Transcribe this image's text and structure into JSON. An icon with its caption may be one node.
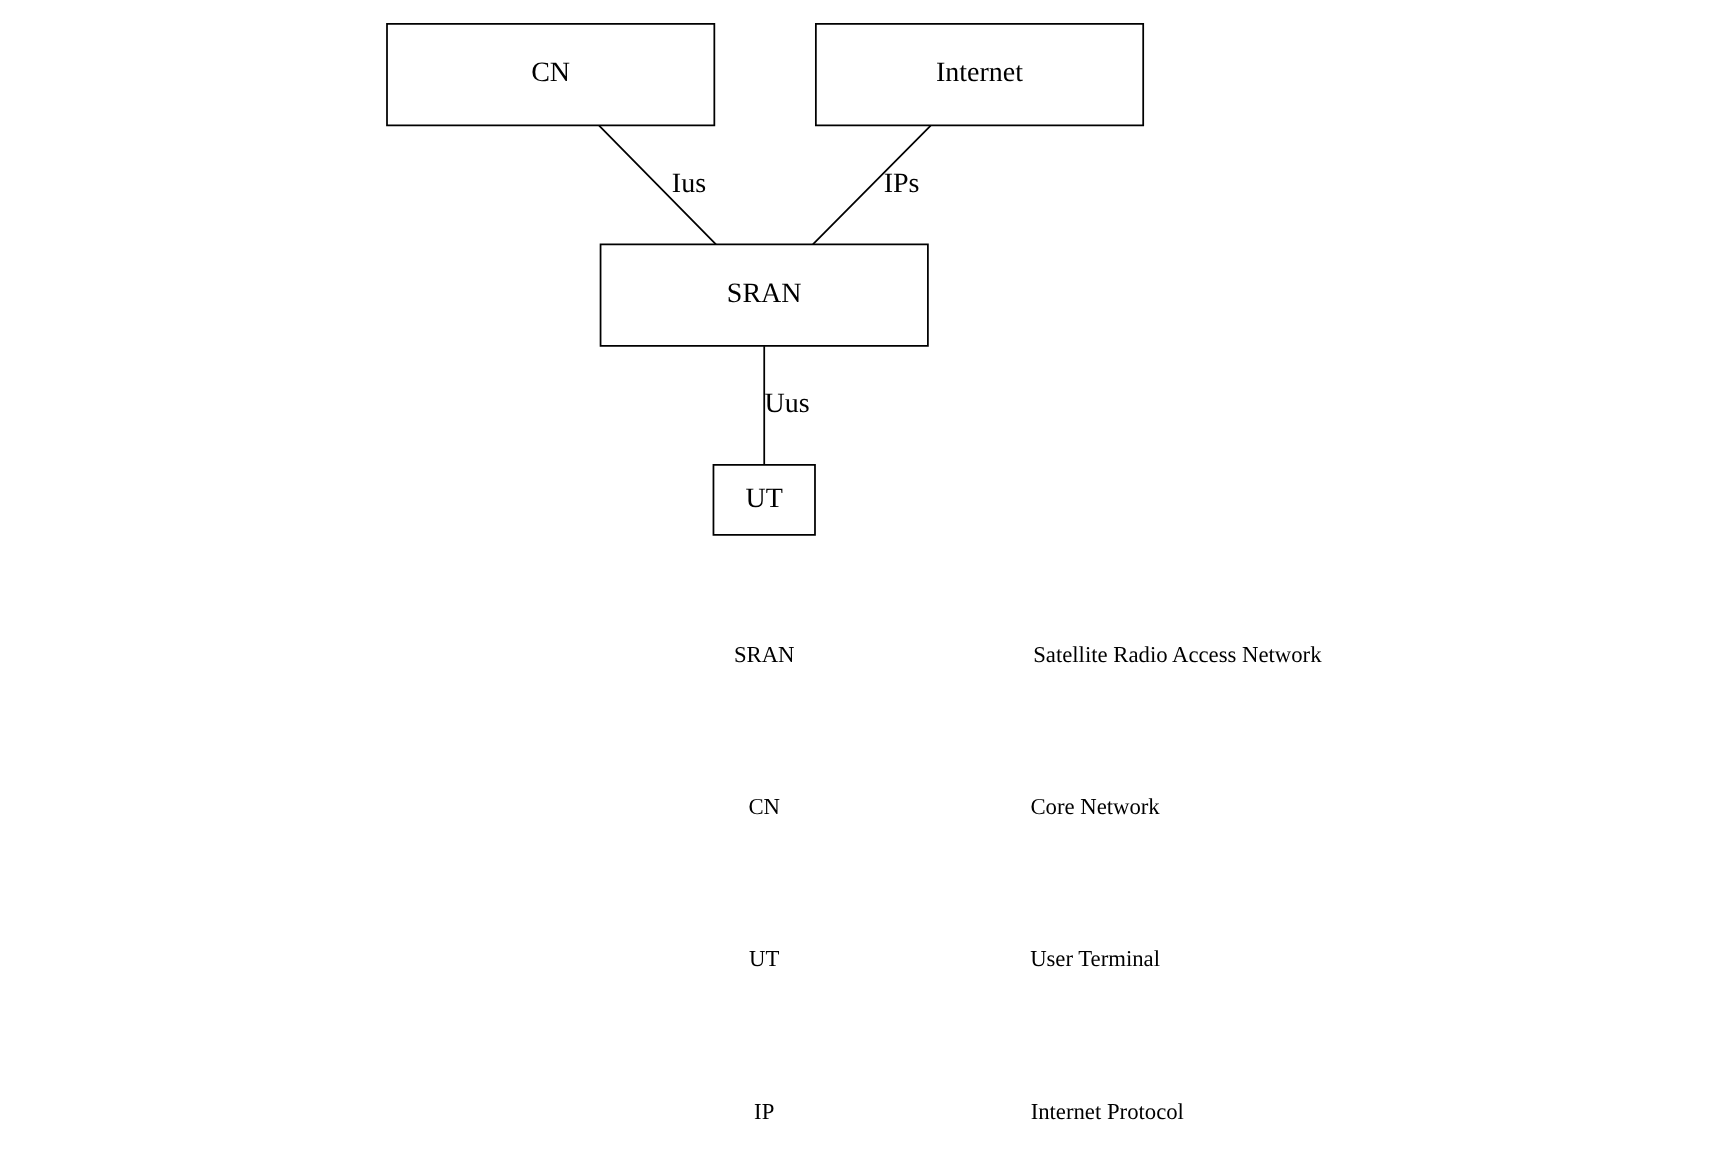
{
  "diagram": {
    "nodes": [
      {
        "text": [
          "CN"
        ]
      },
      {
        "text": [
          "Internet"
        ]
      },
      {
        "text": [
          "SRAN"
        ]
      },
      {
        "text": [
          "UT"
        ]
      }
    ],
    "edges": [
      {
        "from": 0,
        "to": 2,
        "arrow": "none",
        "label": "Ius"
      },
      {
        "from": 2,
        "to": 1,
        "arrow": "none",
        "label": "IPs"
      },
      {
        "from": 2,
        "to": 3,
        "arrow": "none",
        "label": "Uus"
      }
    ],
    "labels": [
      "SRAN",
      "Satellite Radio Access Network",
      "CN",
      "Core Network",
      "UT",
      "User Terminal",
      "IP",
      "Internet Protocol"
    ]
  }
}
